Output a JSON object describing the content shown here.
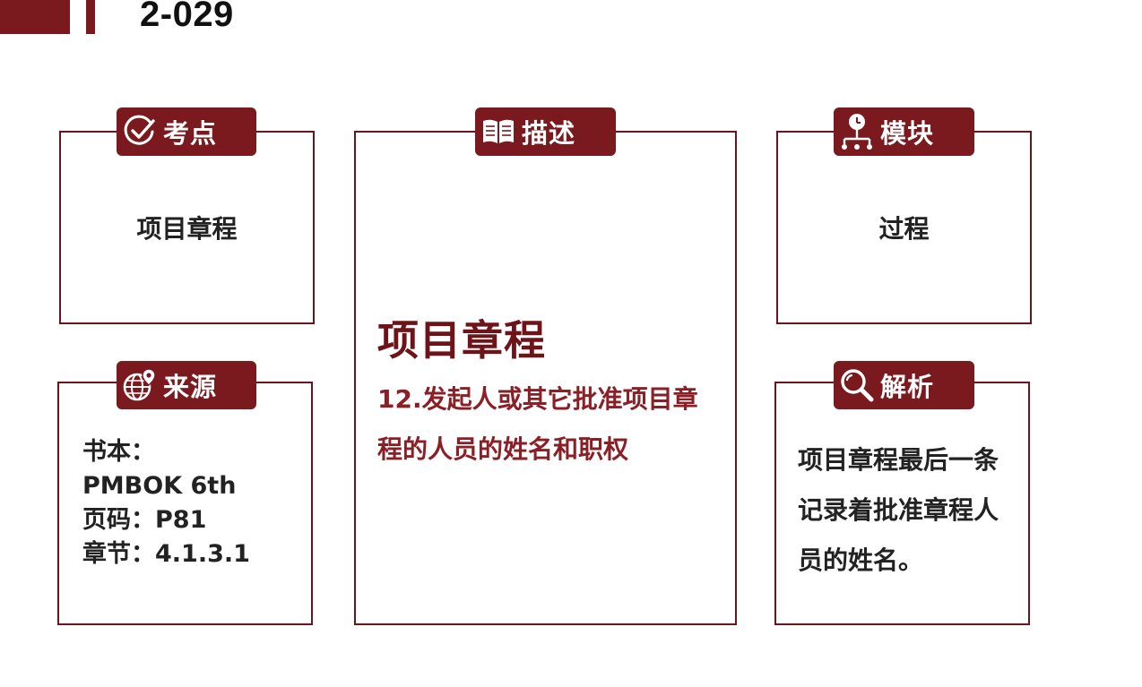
{
  "header": {
    "question_id": "2-029"
  },
  "colors": {
    "accent": "#7a1a1f",
    "border": "#6b1419",
    "description_text": "#8a1f26",
    "body_text": "#222222"
  },
  "cards": {
    "exam_point": {
      "tag_label": "考点",
      "tag_icon": "check-circle-icon",
      "content": "项目章程"
    },
    "description": {
      "tag_label": "描述",
      "tag_icon": "open-book-icon",
      "title": "项目章程",
      "body": "12.发起人或其它批准项目章程的人员的姓名和职权"
    },
    "module": {
      "tag_label": "模块",
      "tag_icon": "process-flow-icon",
      "content": "过程"
    },
    "source": {
      "tag_label": "来源",
      "tag_icon": "globe-pin-icon",
      "lines": [
        "书本：",
        "PMBOK 6th",
        "页码：P81",
        "章节：4.1.3.1"
      ]
    },
    "analysis": {
      "tag_label": "解析",
      "tag_icon": "magnifier-icon",
      "body": "项目章程最后一条记录着批准章程人员的姓名。"
    }
  }
}
